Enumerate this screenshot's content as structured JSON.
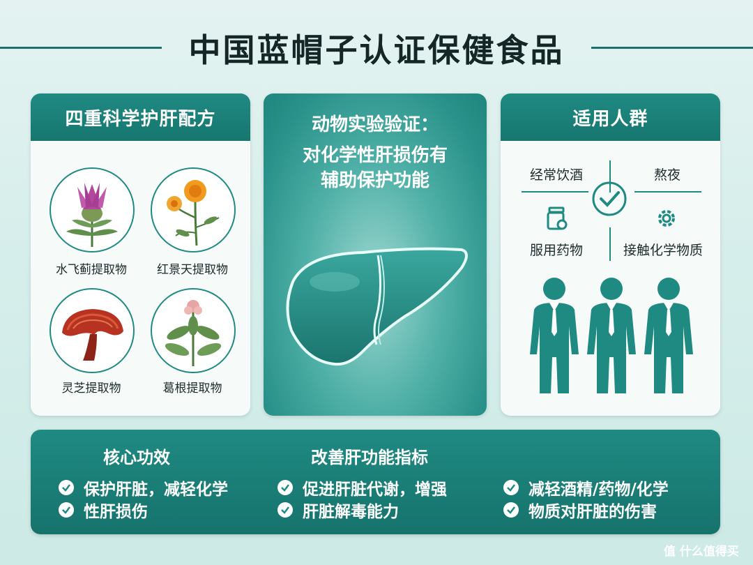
{
  "page": {
    "title": "中国蓝帽子认证保健食品"
  },
  "left_panel": {
    "header": "四重科学护肝配方",
    "herbs": [
      {
        "label": "水飞蓟提取物",
        "icon": "milk-thistle-icon"
      },
      {
        "label": "红景天提取物",
        "icon": "rhodiola-flower-icon"
      },
      {
        "label": "灵芝提取物",
        "icon": "reishi-mushroom-icon"
      },
      {
        "label": "葛根提取物",
        "icon": "kudzu-plant-icon"
      }
    ]
  },
  "middle_panel": {
    "header": "动物实验验证：",
    "line1": "对化学性肝损伤有",
    "line2": "辅助保护功能",
    "image": "liver-icon"
  },
  "right_panel": {
    "header": "适用人群",
    "groups": [
      {
        "label": "经常饮酒"
      },
      {
        "label": "熬夜"
      },
      {
        "label": "服用药物",
        "icon": "medicine-bottle-icon"
      },
      {
        "label": "接触化学物质",
        "icon": "gear-icon"
      }
    ],
    "center_icon": "check-circle-icon",
    "people_icon": "businessman-icon"
  },
  "bottom_panel": {
    "col1_header": "核心功效",
    "col2_header": "改善肝功能指标",
    "items": [
      "保护肝脏，减轻化学",
      "性肝损伤",
      "促进肝脏代谢，增强",
      "肝脏解毒能力",
      "减轻酒精/药物/化学",
      "物质对肝脏的伤害"
    ],
    "check_icon": "check-icon"
  },
  "watermark": "值 什么值得买",
  "colors": {
    "primary": "#1f8a82",
    "title": "#142626",
    "background": "#e4f3f1"
  }
}
